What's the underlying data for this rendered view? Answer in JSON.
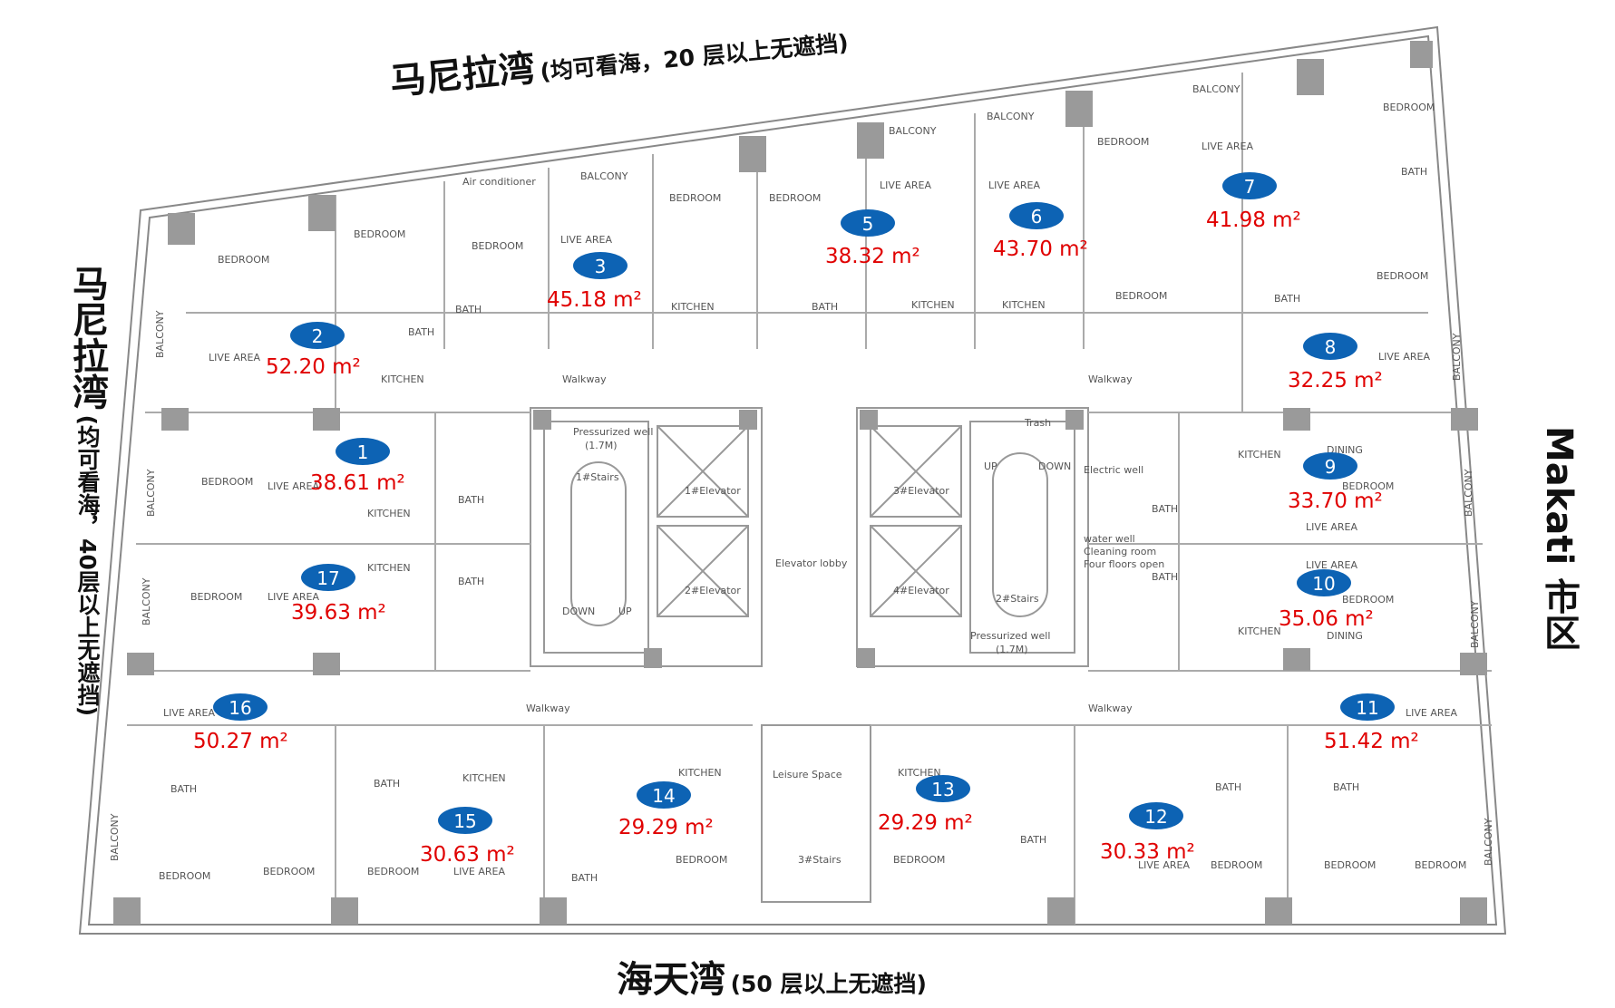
{
  "colors": {
    "marker": "#0d63b4",
    "area_text": "#e00000",
    "wall": "#999999",
    "room_label": "#555555"
  },
  "labels": {
    "top": {
      "name": "马尼拉湾",
      "note": "(均可看海，20 层以上无遮挡)"
    },
    "left": {
      "name": "马尼拉湾",
      "note": "(均可看海，40层以上无遮挡)"
    },
    "right": {
      "name": "Makati 市区"
    },
    "bottom": {
      "name": "海天湾",
      "note": "(50 层以上无遮挡)"
    }
  },
  "units": [
    {
      "num": "1",
      "area": "38.61 m²"
    },
    {
      "num": "2",
      "area": "52.20 m²"
    },
    {
      "num": "3",
      "area": "45.18 m²"
    },
    {
      "num": "5",
      "area": "38.32 m²"
    },
    {
      "num": "6",
      "area": "43.70 m²"
    },
    {
      "num": "7",
      "area": "41.98 m²"
    },
    {
      "num": "8",
      "area": "32.25 m²"
    },
    {
      "num": "9",
      "area": "33.70 m²"
    },
    {
      "num": "10",
      "area": "35.06 m²"
    },
    {
      "num": "11",
      "area": "51.42 m²"
    },
    {
      "num": "12",
      "area": "30.33 m²"
    },
    {
      "num": "13",
      "area": "29.29 m²"
    },
    {
      "num": "14",
      "area": "29.29 m²"
    },
    {
      "num": "15",
      "area": "30.63 m²"
    },
    {
      "num": "16",
      "area": "50.27 m²"
    },
    {
      "num": "17",
      "area": "39.63 m²"
    }
  ],
  "rooms": {
    "balcony": "BALCONY",
    "bedroom": "BEDROOM",
    "live_area": "LIVE AREA",
    "kitchen": "KITCHEN",
    "bath": "BATH",
    "dining": "DINING",
    "walkway": "Walkway",
    "elevator_lobby": "Elevator lobby",
    "leisure_space": "Leisure Space",
    "air_conditioner": "Air conditioner",
    "elevator_1": "1#Elevator",
    "elevator_2": "2#Elevator",
    "elevator_3": "3#Elevator",
    "elevator_4": "4#Elevator",
    "stairs_1": "1#Stairs",
    "stairs_2": "2#Stairs",
    "stairs_3": "3#Stairs",
    "pressurized_well": "Pressurized well",
    "well_size": "(1.7M)",
    "trash": "Trash",
    "electric_well": "Electric well",
    "water_well": "water well",
    "cleaning_room": "Cleaning room",
    "four_floors": "Four floors open",
    "up": "UP",
    "down": "DOWN"
  }
}
